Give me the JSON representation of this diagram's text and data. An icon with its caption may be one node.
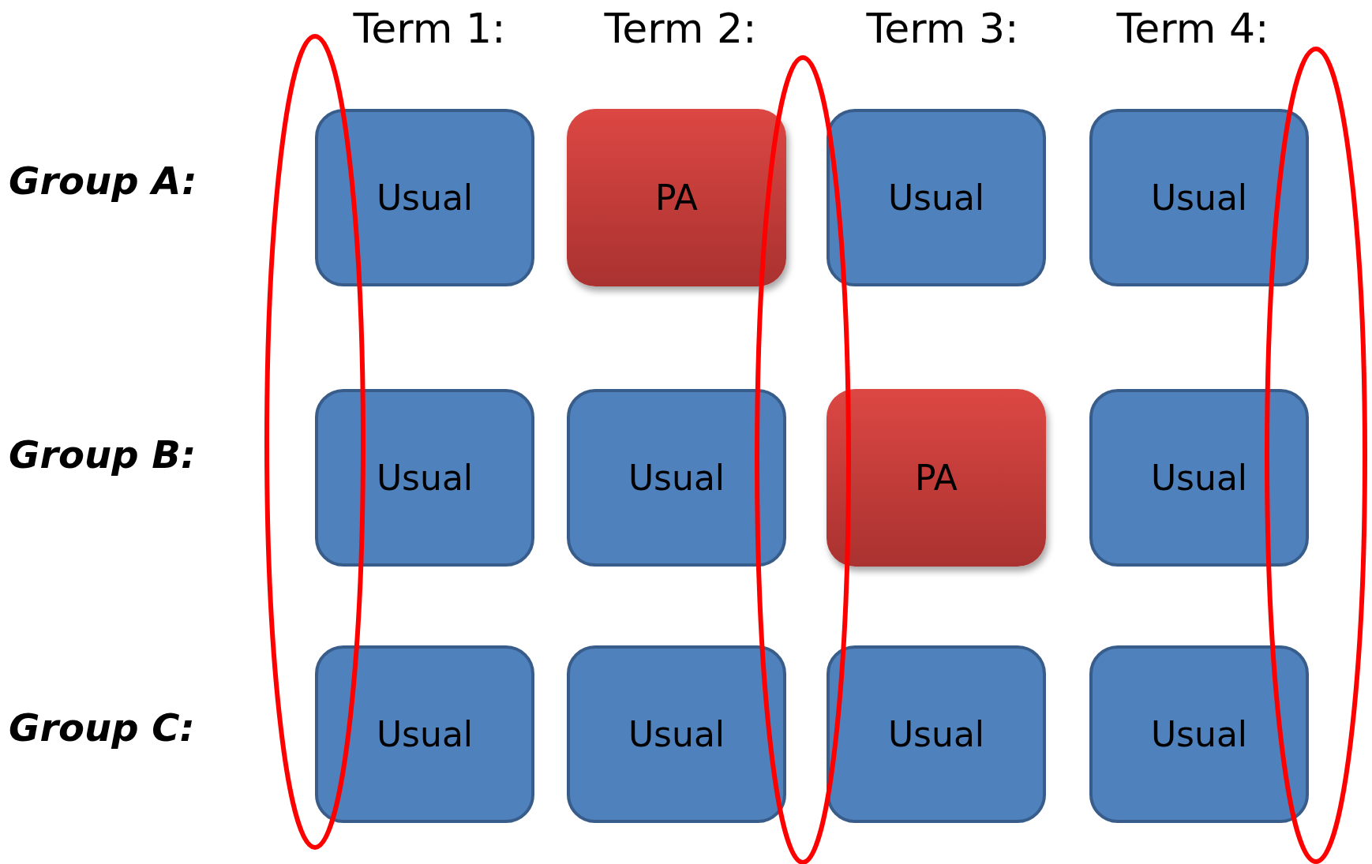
{
  "diagram": {
    "nodes": [
      {
        "text": [
          "Usual"
        ]
      },
      {
        "text": [
          "PA"
        ]
      },
      {
        "text": [
          "Usual"
        ]
      },
      {
        "text": [
          "Usual"
        ]
      },
      {
        "text": [
          "Usual"
        ]
      },
      {
        "text": [
          "Usual"
        ]
      },
      {
        "text": [
          "PA"
        ]
      },
      {
        "text": [
          "Usual"
        ]
      },
      {
        "text": [
          "Usual"
        ]
      },
      {
        "text": [
          "Usual"
        ]
      },
      {
        "text": [
          "Usual"
        ]
      },
      {
        "text": [
          "Usual"
        ]
      }
    ],
    "labels": [
      "Term 1:",
      "Term 2:",
      "Term 3:",
      "Term 4:",
      "Group A:",
      "Group B:",
      "Group C:"
    ]
  }
}
